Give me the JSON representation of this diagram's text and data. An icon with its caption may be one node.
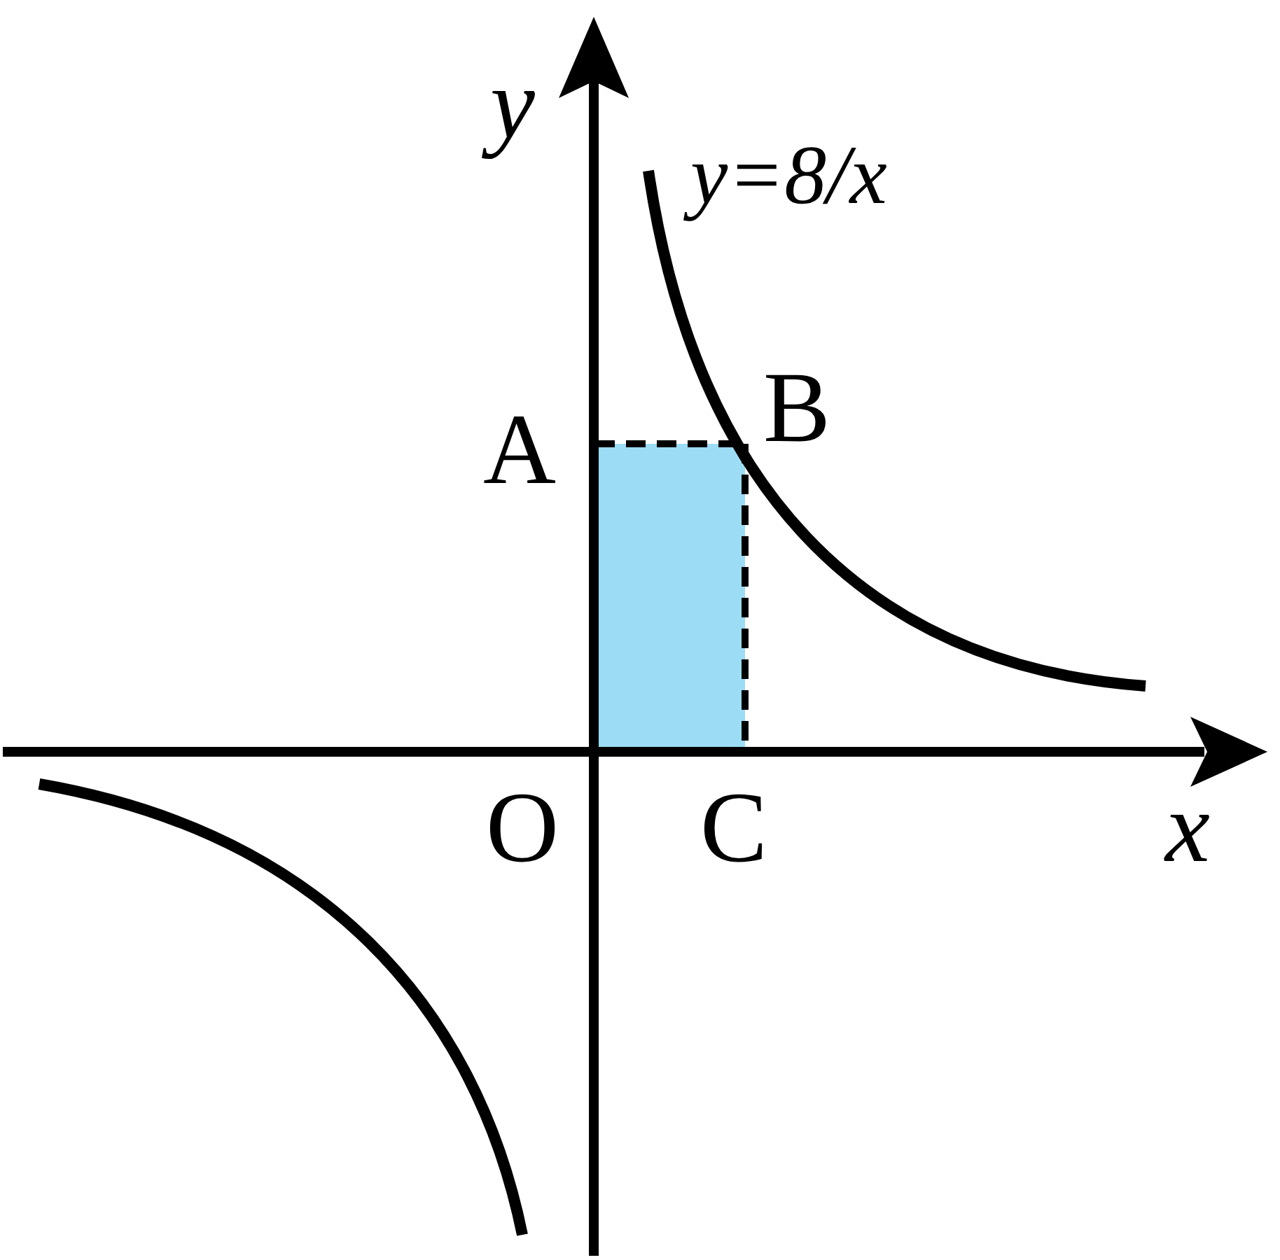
{
  "diagram": {
    "labels": [
      "y",
      "y=8/x",
      "A",
      "B",
      "O",
      "C",
      "x"
    ]
  }
}
